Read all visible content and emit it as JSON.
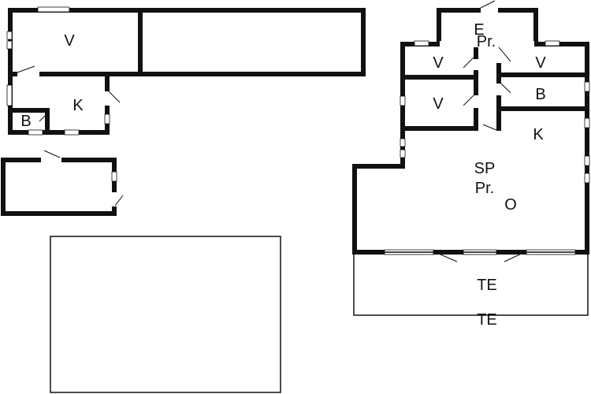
{
  "plan": {
    "left_building": {
      "room_v": "V",
      "room_k": "K",
      "room_b": "B"
    },
    "right_building": {
      "entry_e": "E",
      "entry_pr": "Pr.",
      "room_v1": "V",
      "room_v2": "V",
      "room_v3": "V",
      "room_b": "B",
      "room_k": "K",
      "room_sp": "SP",
      "room_pr": "Pr.",
      "room_o": "O",
      "terrace_1": "TE",
      "terrace_2": "TE"
    }
  }
}
